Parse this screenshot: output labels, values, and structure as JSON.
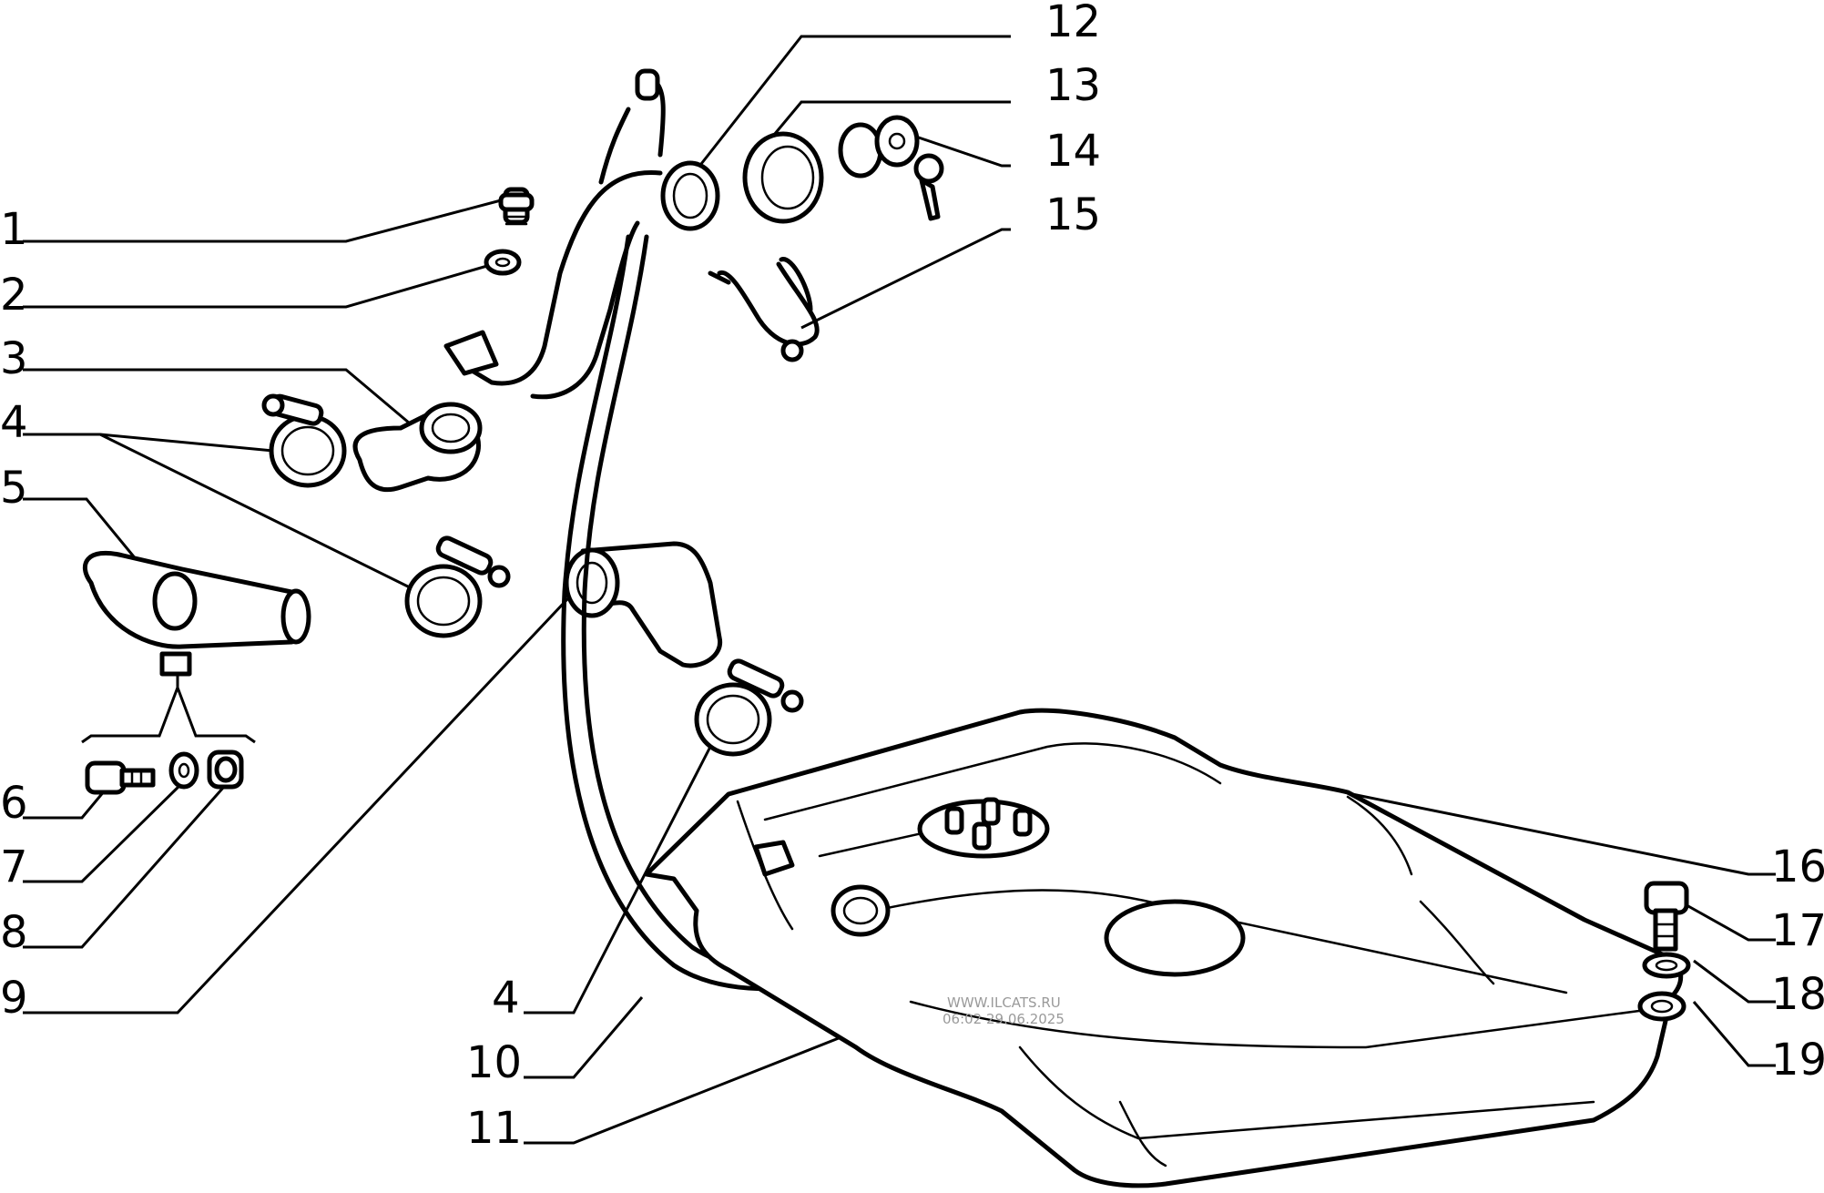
{
  "callouts": {
    "c1": "1",
    "c2": "2",
    "c3": "3",
    "c4a": "4",
    "c5": "5",
    "c6": "6",
    "c7": "7",
    "c8": "8",
    "c9": "9",
    "c4b": "4",
    "c10": "10",
    "c11": "11",
    "c12": "12",
    "c13": "13",
    "c14": "14",
    "c15": "15",
    "c16": "16",
    "c17": "17",
    "c18": "18",
    "c19": "19"
  },
  "watermark": {
    "line1": "WWW.ILCATS.RU",
    "line2": "06:02 29.06.2025"
  }
}
